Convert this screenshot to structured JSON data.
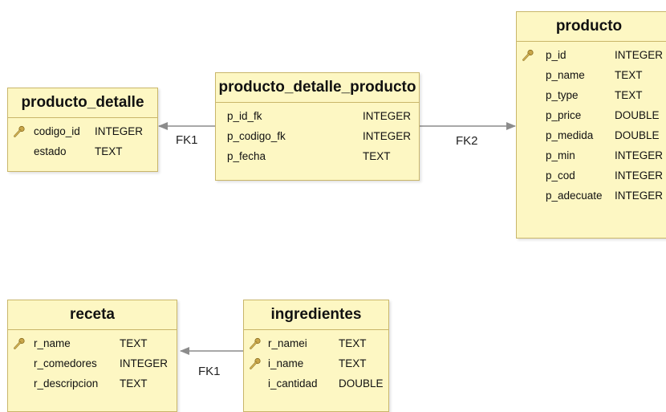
{
  "tables": {
    "producto_detalle": {
      "title": "producto_detalle",
      "columns": [
        {
          "name": "codigo_id",
          "type": "INTEGER",
          "key": true
        },
        {
          "name": "estado",
          "type": "TEXT",
          "key": false
        }
      ]
    },
    "pdp": {
      "title": "producto_detalle_producto",
      "columns": [
        {
          "name": "p_id_fk",
          "type": "INTEGER",
          "key": false
        },
        {
          "name": "p_codigo_fk",
          "type": "INTEGER",
          "key": false
        },
        {
          "name": "p_fecha",
          "type": "TEXT",
          "key": false
        }
      ]
    },
    "producto": {
      "title": "producto",
      "columns": [
        {
          "name": "p_id",
          "type": "INTEGER",
          "key": true
        },
        {
          "name": "p_name",
          "type": "TEXT",
          "key": false
        },
        {
          "name": "p_type",
          "type": "TEXT",
          "key": false
        },
        {
          "name": "p_price",
          "type": "DOUBLE",
          "key": false
        },
        {
          "name": "p_medida",
          "type": "DOUBLE",
          "key": false
        },
        {
          "name": "p_min",
          "type": "INTEGER",
          "key": false
        },
        {
          "name": "p_cod",
          "type": "INTEGER",
          "key": false
        },
        {
          "name": "p_adecuate",
          "type": "INTEGER",
          "key": false
        }
      ]
    },
    "receta": {
      "title": "receta",
      "columns": [
        {
          "name": "r_name",
          "type": "TEXT",
          "key": true
        },
        {
          "name": "r_comedores",
          "type": "INTEGER",
          "key": false
        },
        {
          "name": "r_descripcion",
          "type": "TEXT",
          "key": false
        }
      ]
    },
    "ingredientes": {
      "title": "ingredientes",
      "columns": [
        {
          "name": "r_namei",
          "type": "TEXT",
          "key": true
        },
        {
          "name": "i_name",
          "type": "TEXT",
          "key": true
        },
        {
          "name": "i_cantidad",
          "type": "DOUBLE",
          "key": false
        }
      ]
    }
  },
  "relations": {
    "fk_pdp_detalle": "FK1",
    "fk_pdp_producto": "FK2",
    "fk_ingredientes_receta": "FK1"
  },
  "colors": {
    "table_fill": "#fdf7c3",
    "table_border": "#c9b66a",
    "connector": "#8c8c8c",
    "key_icon": "#c9a64a"
  }
}
